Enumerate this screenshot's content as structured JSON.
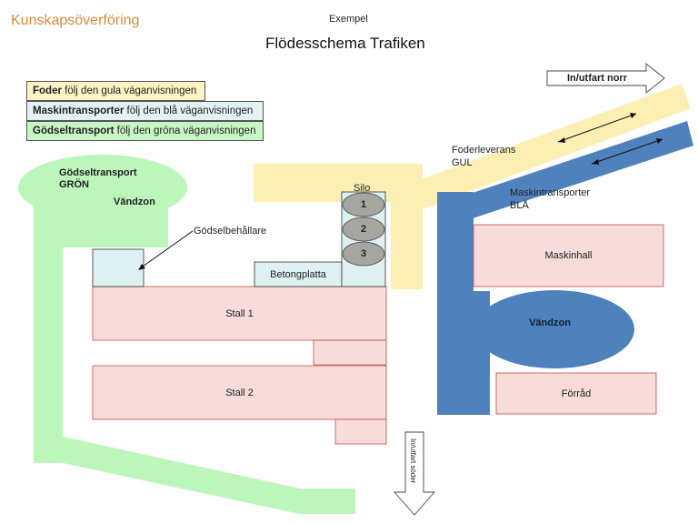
{
  "header": {
    "brand": "Kunskapsöverföring",
    "subtitle": "Exempel",
    "title": "Flödesschema Trafiken"
  },
  "legend": [
    {
      "bold": "Foder",
      "text": " följ den gula väganvisningen",
      "color": "#fff3c4"
    },
    {
      "bold": "Maskintransporter",
      "text": " följ den blå väganvisningen",
      "color": "#e3f1f3"
    },
    {
      "bold": "Gödseltransport",
      "text": " följ den gröna väganvisningen",
      "color": "#c8f5c4"
    }
  ],
  "colors": {
    "yellow_road": "#fcefb4",
    "blue_road": "#4f81bd",
    "green_road": "#bdf6bb",
    "building_fill": "#f7dcd9",
    "building_stroke": "#c0504d",
    "light_blue_fill": "#dff0f3",
    "silo_fill": "#a6a6a0"
  },
  "labels": {
    "green_zone_line1": "Gödseltransport",
    "green_zone_line2": "GRÖN",
    "green_turn": "Vändzon",
    "manure_container": "Gödselbehållare",
    "silo": "Silo",
    "silo_cells": [
      "1",
      "2",
      "3"
    ],
    "concrete_slab": "Betongplatta",
    "stall1": "Stall 1",
    "stall2": "Stall 2",
    "feed_line1": "Foderleverans",
    "feed_line2": "GUL",
    "machine_line1": "Maskintransporter",
    "machine_line2": "BLÅ",
    "machine_hall": "Maskinhall",
    "blue_turn": "Vändzon",
    "storage": "Förråd",
    "exit_north": "In/utfart norr",
    "exit_south": "In/utfart söder"
  }
}
